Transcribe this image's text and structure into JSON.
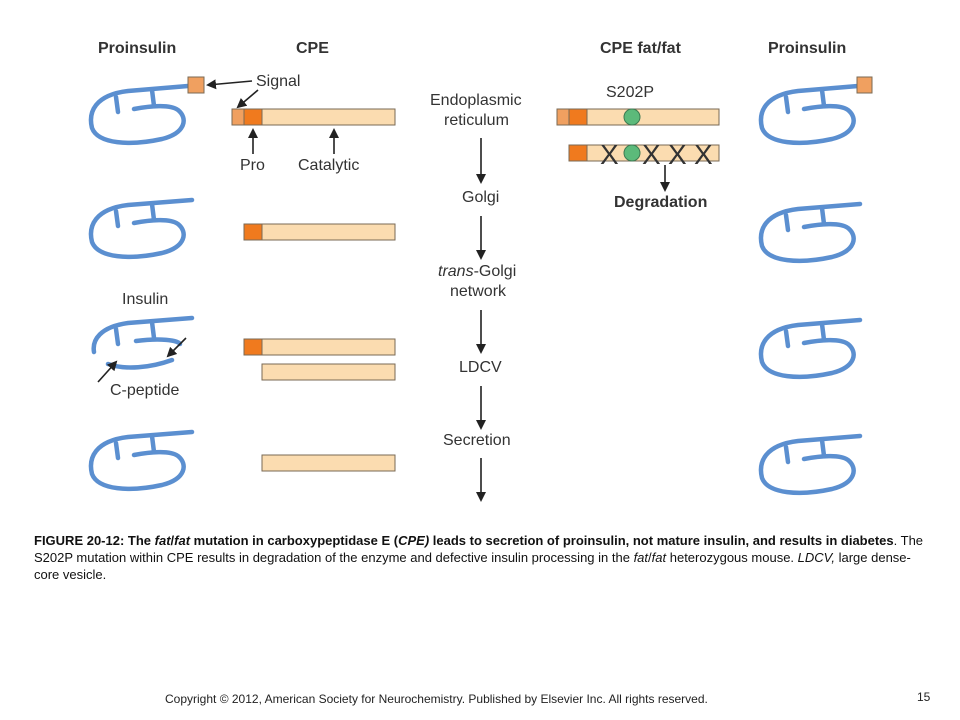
{
  "headers": {
    "proinsulin_left": "Proinsulin",
    "cpe": "CPE",
    "cpe_fat": "CPE fat/fat",
    "proinsulin_right": "Proinsulin"
  },
  "labels": {
    "signal": "Signal",
    "pro": "Pro",
    "catalytic": "Catalytic",
    "insulin": "Insulin",
    "c_peptide": "C-peptide",
    "s202p": "S202P",
    "degradation": "Degradation",
    "mark_x": "X"
  },
  "pathway": {
    "er_line1": "Endoplasmic",
    "er_line2": "reticulum",
    "golgi": "Golgi",
    "tgn_italic": "trans",
    "tgn_rest": "-Golgi",
    "tgn_line2": "network",
    "ldcv": "LDCV",
    "secretion": "Secretion"
  },
  "caption": {
    "figure_label": "FIGURE 20-12: ",
    "bold_1": "The ",
    "bold_2_italic": "fat",
    "bold_3": "/",
    "bold_4_italic": "fat",
    "bold_5": " mutation in carboxypeptidase E (",
    "bold_6_italic": "CPE)",
    "bold_7": " leads to secretion of proinsulin, not mature insulin, and results in diabetes",
    "rest_1": ". The S202P mutation within CPE results in degradation of the enzyme and defective insulin processing in the ",
    "rest_2_italic": "fat",
    "rest_3": "/",
    "rest_4_italic": "fat",
    "rest_5": " heterozygous mouse. ",
    "rest_6_italic": "LDCV,",
    "rest_7": " large dense-core vesicle."
  },
  "footer": {
    "copyright": "Copyright © 2012,  American Society for Neurochemistry. Published by Elsevier Inc. All rights reserved.",
    "page_number": "15"
  },
  "colors": {
    "chain_blue": "#5b8fd0",
    "signal_orange": "#f0a060",
    "pro_orange": "#f07a1e",
    "catalytic_peach": "#fbdcb0",
    "mutation_green": "#5cba7a",
    "outline": "#7a6a55"
  }
}
